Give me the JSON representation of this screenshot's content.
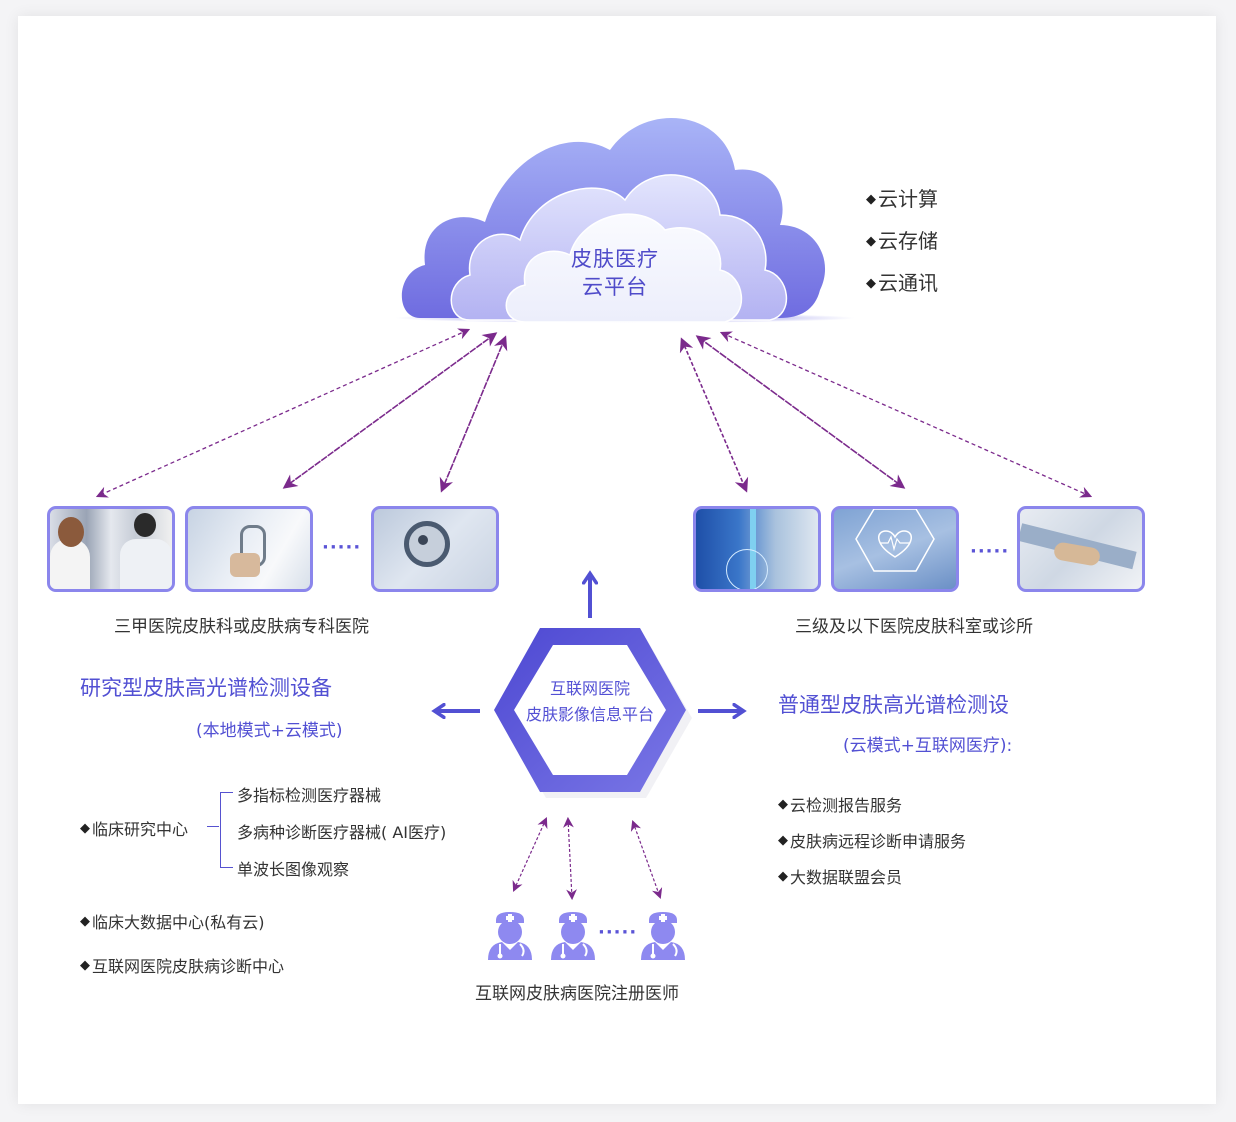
{
  "cloud": {
    "title_line1": "皮肤医疗",
    "title_line2": "云平台",
    "features": [
      "云计算",
      "云存储",
      "云通讯"
    ]
  },
  "left_group": {
    "label": "三甲医院皮肤科或皮肤病专科医院",
    "photos": [
      "doctors-xray-photo",
      "stethoscope-coat-photo",
      "stethoscope-closeup-photo"
    ],
    "ellipsis": "·····"
  },
  "right_group": {
    "label": "三级及以下医院皮肤科室或诊所",
    "photos": [
      "lab-test-tube-photo",
      "heart-hexagon-photo",
      "tablet-hand-photo"
    ],
    "ellipsis": "·····"
  },
  "hub": {
    "line1": "互联网医院",
    "line2": "皮肤影像信息平台"
  },
  "research_device": {
    "title": "研究型皮肤高光谱检测设备",
    "subtitle": "(本地模式+云模式)",
    "clinical_center": "临床研究中心",
    "sub_items": [
      "多指标检测医疗器械",
      "多病种诊断医疗器械( AI医疗)",
      "单波长图像观察"
    ],
    "items": [
      "临床大数据中心(私有云)",
      "互联网医院皮肤病诊断中心"
    ]
  },
  "general_device": {
    "title": "普通型皮肤高光谱检测设",
    "subtitle": "(云模式+互联网医疗):",
    "items": [
      "云检测报告服务",
      "皮肤病远程诊断申请服务",
      "大数据联盟会员"
    ]
  },
  "doctors": {
    "label": "互联网皮肤病医院注册医师",
    "ellipsis": "·····",
    "count_shown": 3
  },
  "colors": {
    "primary": "#5250d3",
    "photo_border": "#8b86ec",
    "arrow_purple": "#7b2a8c",
    "doctor_icon": "#8e89f0"
  }
}
